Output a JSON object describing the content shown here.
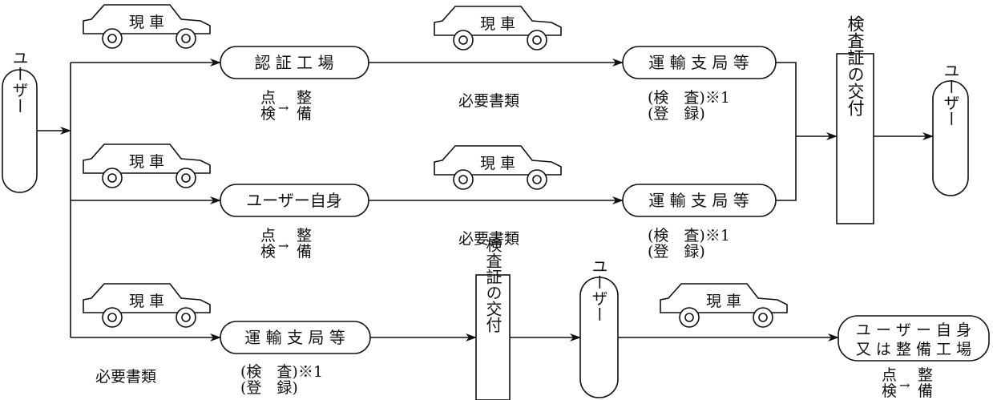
{
  "nodes": {
    "user_start": "ユーザー",
    "certified_factory": "認 証 工 場",
    "user_self": "ユーザー自身",
    "transport_bureau": "運 輸 支 局 等",
    "certificate_issue": "検査証の交付",
    "user_end": "ユーザー",
    "user_self_or_shop_line1": "ユ ー ザ ー 自 身",
    "user_self_or_shop_line2": "又 は 整 備 工 場"
  },
  "labels": {
    "car": "現 車",
    "inspection_maint_top": "点",
    "inspection_maint_bottom": "検",
    "maint_top": "整",
    "maint_bottom": "備",
    "arrow": "→",
    "required_docs": "必要書類",
    "inspection_note_line1": "(検　査)※1",
    "inspection_note_line2": "(登　録)"
  }
}
